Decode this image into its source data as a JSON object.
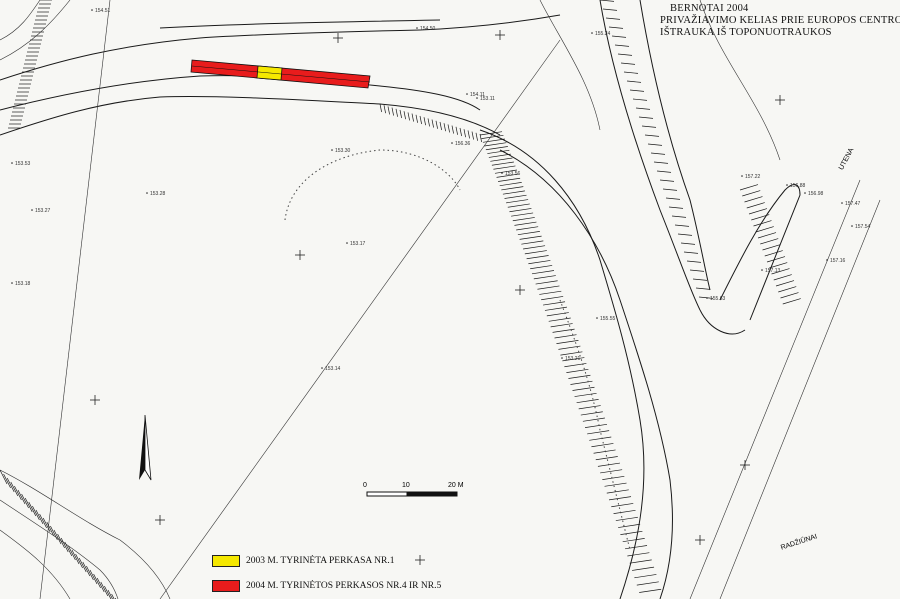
{
  "header": {
    "line1": "BERNOTAI 2004",
    "line2": "PRIVAŽIAVIMO KELIAS PRIE EUROPOS CENTRO",
    "line3": "IŠTRAUKA IŠ TOPONUOTRAUKOS"
  },
  "legend": {
    "items": [
      {
        "label": "2003 M. TYRINĖTA PERKASA NR.1",
        "color": "#f5e800"
      },
      {
        "label": "2004 M. TYRINĖTOS PERKASOS NR.4 IR NR.5",
        "color": "#e81c1c"
      }
    ]
  },
  "scale": {
    "labels": [
      "0",
      "10",
      "20 M"
    ]
  },
  "place_labels": {
    "utena": "UTENA",
    "radziunai": "RADŽIŪNAI"
  },
  "elevations": [
    "154.51",
    "154.50",
    "154.11",
    "153.27",
    "153.28",
    "153.18",
    "153.11",
    "153.14",
    "153.17",
    "153.21",
    "153.30",
    "153.53",
    "153.56",
    "155.24",
    "156.36",
    "156.88",
    "156.98",
    "157.16",
    "157.47",
    "157.54",
    "157.13",
    "157.22",
    "155.63",
    "155.55"
  ],
  "colors": {
    "trench_yellow": "#f5e800",
    "trench_red": "#e81c1c",
    "ink": "#1a1a1a"
  }
}
